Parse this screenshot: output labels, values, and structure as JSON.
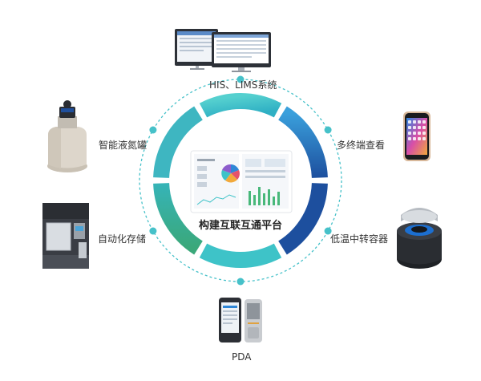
{
  "center": {
    "title": "构建互联互通平台"
  },
  "nodes": {
    "top": {
      "label": "HIS、LIMS系统",
      "icon": "desktop-monitors-icon"
    },
    "upper_left": {
      "label": "智能液氮罐",
      "icon": "liquid-nitrogen-tank-icon"
    },
    "upper_right": {
      "label": "多终端查看",
      "icon": "smartphone-icon"
    },
    "lower_left": {
      "label": "自动化存储",
      "icon": "automated-storage-cabinet-icon"
    },
    "lower_right": {
      "label": "低温中转容器",
      "icon": "cryo-transfer-container-icon"
    },
    "bottom": {
      "label": "PDA",
      "icon": "pda-handheld-icon"
    }
  },
  "ring_colors": {
    "teal": "#3ec3c8",
    "green": "#48b87a",
    "blue": "#2f86d6",
    "navy": "#1d4f9e",
    "dots": "#46c1c9"
  }
}
